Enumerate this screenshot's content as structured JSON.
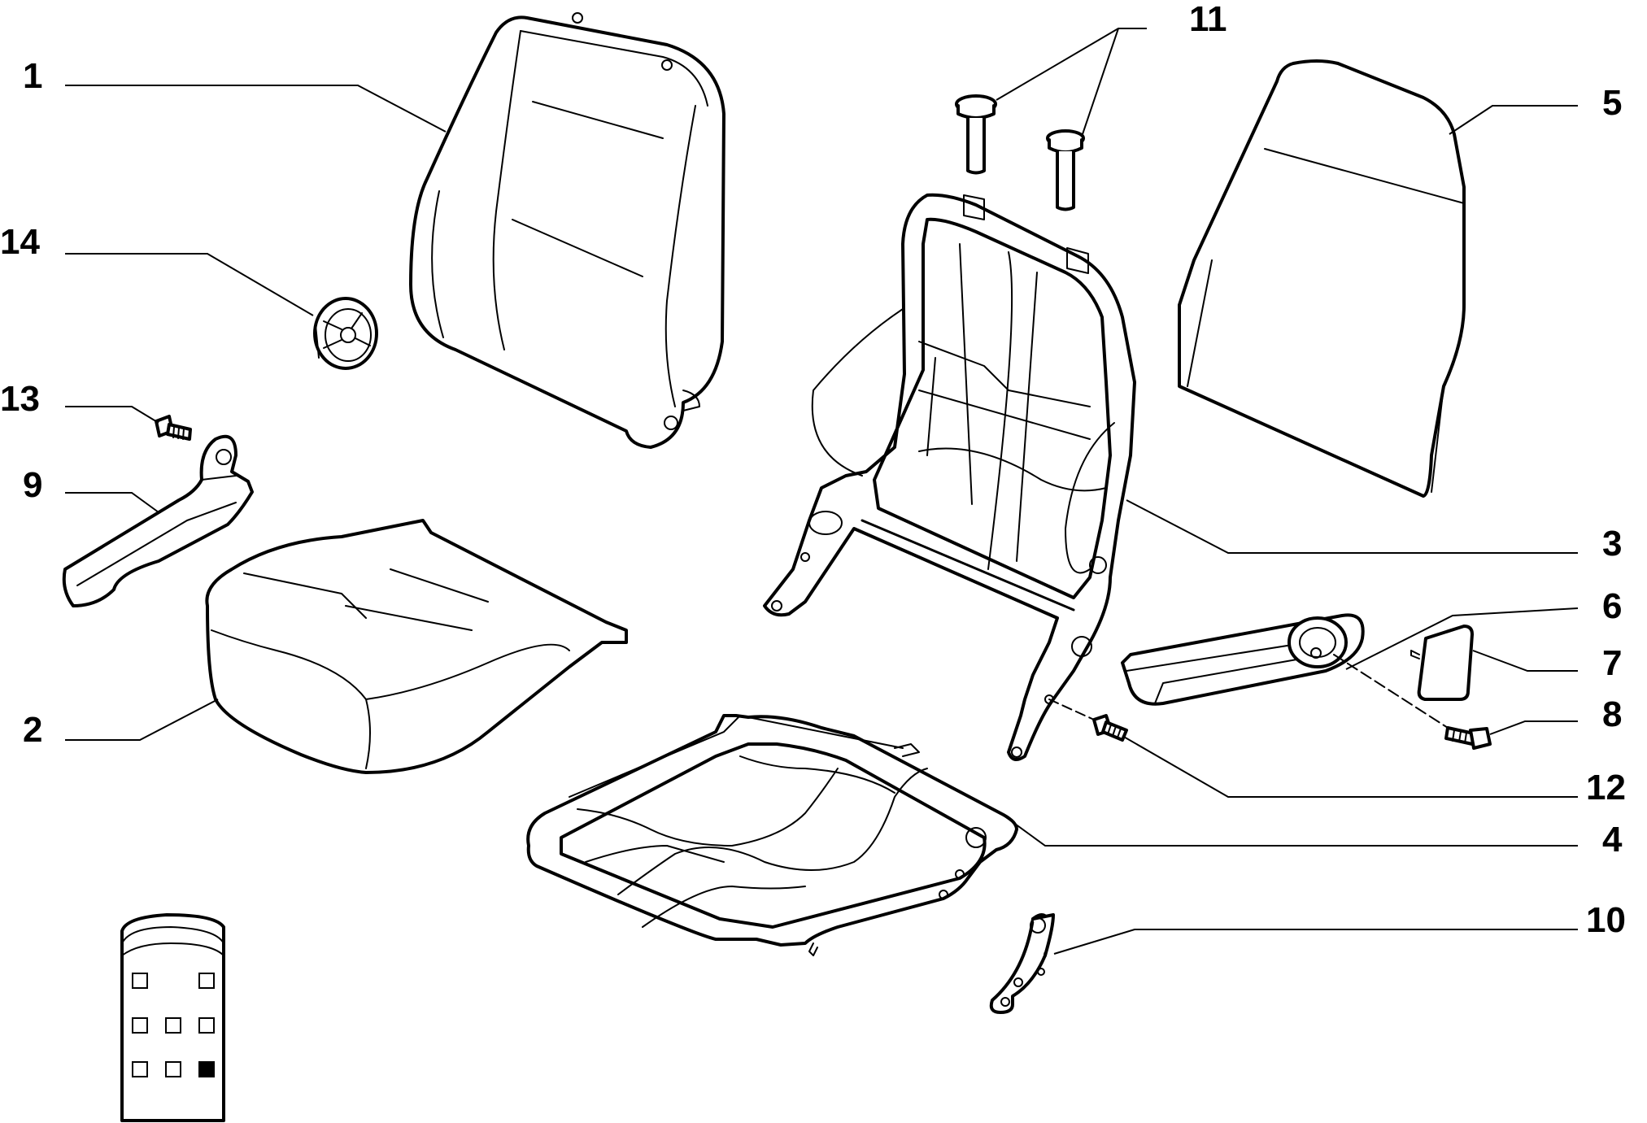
{
  "callouts": [
    {
      "id": "1",
      "label": "1"
    },
    {
      "id": "2",
      "label": "2"
    },
    {
      "id": "3",
      "label": "3"
    },
    {
      "id": "4",
      "label": "4"
    },
    {
      "id": "5",
      "label": "5"
    },
    {
      "id": "6",
      "label": "6"
    },
    {
      "id": "7",
      "label": "7"
    },
    {
      "id": "8",
      "label": "8"
    },
    {
      "id": "9",
      "label": "9"
    },
    {
      "id": "10",
      "label": "10"
    },
    {
      "id": "11",
      "label": "11"
    },
    {
      "id": "12",
      "label": "12"
    },
    {
      "id": "13",
      "label": "13"
    },
    {
      "id": "14",
      "label": "14"
    }
  ],
  "legend": {
    "filled_square_index": 8
  }
}
